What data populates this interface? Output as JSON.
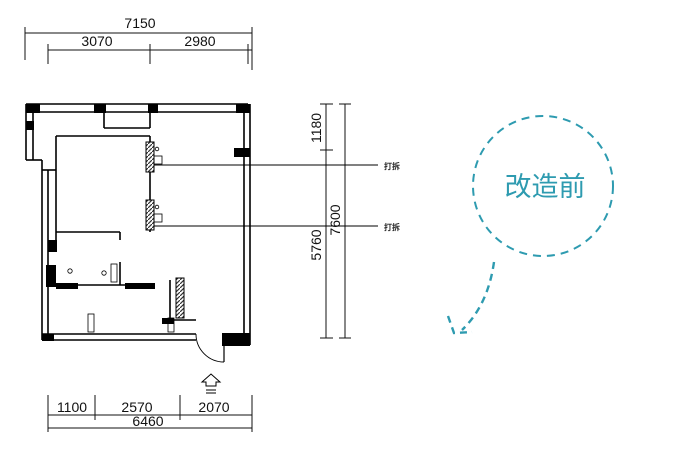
{
  "dimensions": {
    "top_total": "7150",
    "top_left": "3070",
    "top_right": "2980",
    "right_upper": "1180",
    "right_lower": "5760",
    "right_total": "7600",
    "bottom_a": "1100",
    "bottom_b": "2570",
    "bottom_c": "2070",
    "bottom_total": "6460"
  },
  "notes": {
    "upper": "打拆",
    "lower": "打拆"
  },
  "annotation": {
    "label": "改造前",
    "color": "#2e9bb0"
  },
  "colors": {
    "wall": "#000000",
    "hatch": "#555555"
  },
  "icons": {
    "entrance": "entrance-arrow-icon",
    "pointer": "dashed-arrow-icon"
  }
}
